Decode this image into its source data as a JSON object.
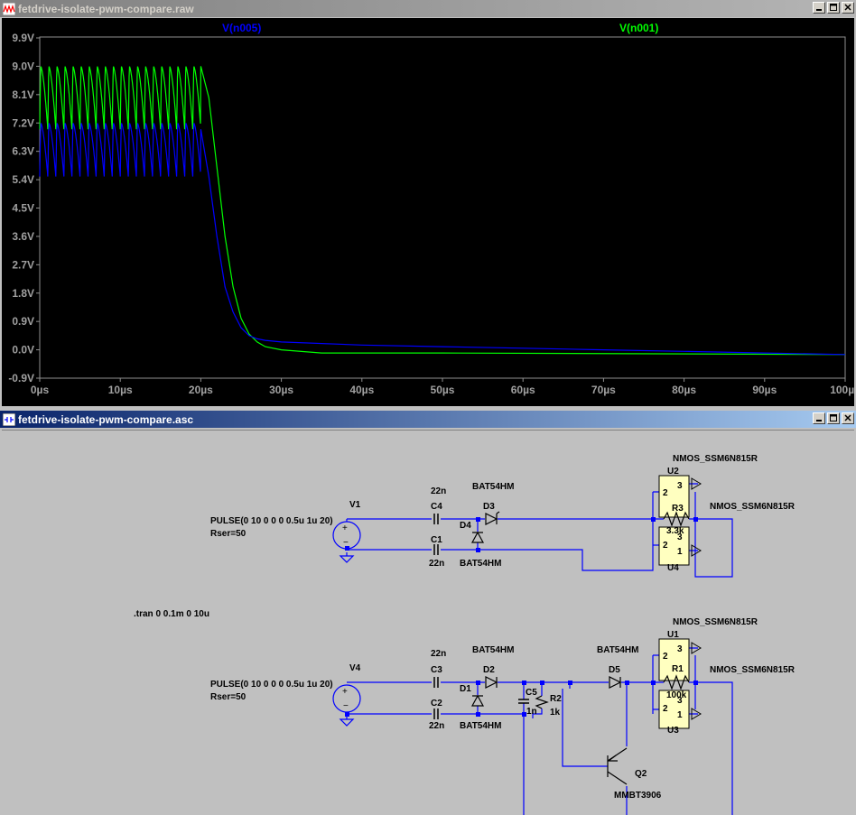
{
  "plot_window": {
    "title": "fetdrive-isolate-pwm-compare.raw",
    "buttons": [
      "minimize",
      "maximize",
      "close"
    ],
    "colors": {
      "background": "#000000",
      "axis_text": "#a0a0a0",
      "trace_n005": "#0000ff",
      "trace_n001": "#00ff00"
    },
    "traces": [
      {
        "name": "V(n005)",
        "color": "#0000ff"
      },
      {
        "name": "V(n001)",
        "color": "#00ff00"
      }
    ]
  },
  "chart_data": {
    "type": "line",
    "xlabel": "",
    "ylabel": "",
    "x_ticks": [
      "0µs",
      "10µs",
      "20µs",
      "30µs",
      "40µs",
      "50µs",
      "60µs",
      "70µs",
      "80µs",
      "90µs",
      "100µs"
    ],
    "y_ticks": [
      "9.9V",
      "9.0V",
      "8.1V",
      "7.2V",
      "6.3V",
      "5.4V",
      "4.5V",
      "3.6V",
      "2.7V",
      "1.8V",
      "0.9V",
      "0.0V",
      "-0.9V"
    ],
    "xlim": [
      0,
      100
    ],
    "ylim": [
      -0.9,
      9.9
    ],
    "grid": false,
    "series": [
      {
        "name": "V(n001)",
        "pulse_region": {
          "x": [
            0,
            20
          ],
          "high": 9.0,
          "low": 7.0,
          "period": 1.0
        },
        "decay": {
          "x": [
            20,
            21,
            22,
            23,
            24,
            25,
            26,
            27,
            28,
            30,
            35,
            50,
            100
          ],
          "y": [
            9.0,
            8.0,
            5.8,
            3.6,
            2.0,
            1.0,
            0.5,
            0.25,
            0.1,
            0.0,
            -0.1,
            -0.1,
            -0.15
          ]
        }
      },
      {
        "name": "V(n005)",
        "pulse_region": {
          "x": [
            0,
            20
          ],
          "high": 7.2,
          "low": 5.5,
          "period": 1.0
        },
        "decay": {
          "x": [
            20,
            21,
            22,
            23,
            24,
            25,
            26,
            27,
            28,
            30,
            40,
            50,
            60,
            70,
            80,
            90,
            100
          ],
          "y": [
            7.0,
            5.5,
            3.6,
            2.0,
            1.2,
            0.7,
            0.45,
            0.35,
            0.3,
            0.25,
            0.15,
            0.1,
            0.05,
            0.0,
            -0.05,
            -0.1,
            -0.15
          ]
        }
      }
    ]
  },
  "schematic_window": {
    "title": "fetdrive-isolate-pwm-compare.asc",
    "buttons": [
      "minimize",
      "maximize",
      "close"
    ],
    "colors": {
      "background": "#c0c0c0",
      "wire": "#0000ff",
      "text": "#000000",
      "part_fill": "#ffffc0"
    },
    "directive": ".tran 0 0.1m 0 10u",
    "top": {
      "source_name": "V1",
      "source_value": "PULSE(0 10 0 0 0 0.5u 1u 20)",
      "source_rser": "Rser=50",
      "c4": "C4",
      "c4_val": "22n",
      "c1": "C1",
      "c1_val": "22n",
      "d3": "D3",
      "d3_model": "BAT54HM",
      "d4": "D4",
      "d4_model": "BAT54HM",
      "u2": "U2",
      "u4": "U4",
      "u_model_top": "NMOS_SSM6N815R",
      "u_model_side": "NMOS_SSM6N815R",
      "r3": "R3",
      "r3_val": "3.3k",
      "pin2": "2",
      "pin3": "3",
      "pin1": "1"
    },
    "bottom": {
      "source_name": "V4",
      "source_value": "PULSE(0 10 0 0 0 0.5u 1u 20)",
      "source_rser": "Rser=50",
      "c3": "C3",
      "c3_val": "22n",
      "c2": "C2",
      "c2_val": "22n",
      "d2": "D2",
      "d2_model": "BAT54HM",
      "d1": "D1",
      "d1_model": "BAT54HM",
      "c5": "C5",
      "c5_val": "1n",
      "r2": "R2",
      "r2_val": "1k",
      "d5": "D5",
      "d5_model": "BAT54HM",
      "u1": "U1",
      "u3": "U3",
      "u_model_top": "NMOS_SSM6N815R",
      "u_model_side": "NMOS_SSM6N815R",
      "r1": "R1",
      "r1_val": "100k",
      "q2": "Q2",
      "q2_model": "MMBT3906",
      "pin2": "2",
      "pin3": "3",
      "pin1": "1"
    }
  }
}
